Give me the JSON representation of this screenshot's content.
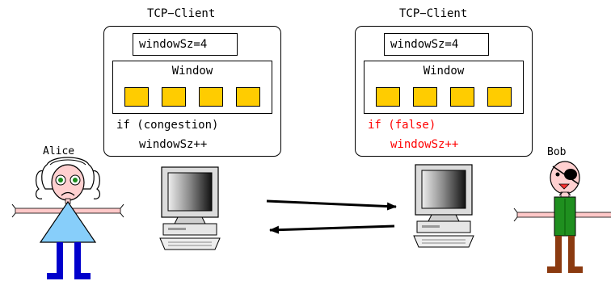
{
  "diagram": {
    "left_client": {
      "title": "TCP−Client",
      "window_size": "windowSz=4",
      "window_label": "Window",
      "slots": 4,
      "code_line1": "if (congestion)",
      "code_line2": "windowSz++",
      "code_color": "#000000"
    },
    "right_client": {
      "title": "TCP−Client",
      "window_size": "windowSz=4",
      "window_label": "Window",
      "slots": 4,
      "code_line1": "if (false)",
      "code_line2": "windowSz++",
      "code_color": "#ff0000"
    },
    "people": {
      "left": "Alice",
      "right": "Bob"
    },
    "colors": {
      "slot_fill": "#ffcc00",
      "alice_dress": "#87cefa",
      "alice_legs": "#0000cc",
      "bob_shirt": "#1f8f1f",
      "bob_legs": "#8b3a10",
      "skin": "#ffc8c8"
    }
  }
}
